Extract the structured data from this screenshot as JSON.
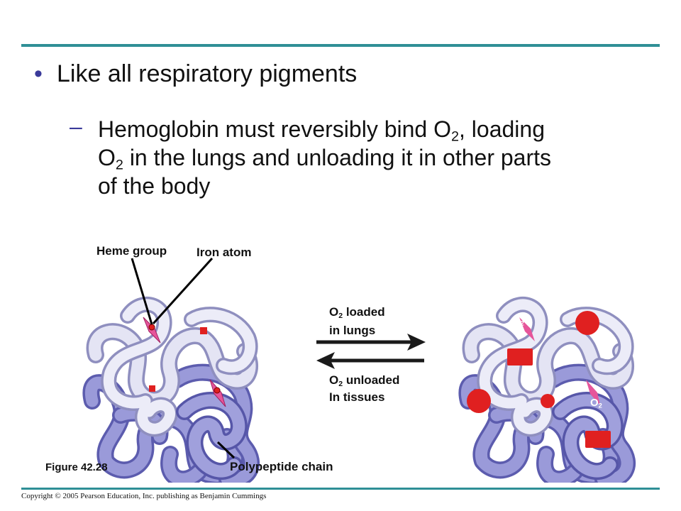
{
  "slide": {
    "bullet_marker": "•",
    "bullet_text": "Like all respiratory pigments",
    "sub_marker": "–",
    "sub_line1_a": "Hemoglobin must reversibly bind O",
    "sub_line1_sub": "2",
    "sub_line1_b": ", loading",
    "sub_line2_a": "O",
    "sub_line2_sub": "2",
    "sub_line2_b": " in the lungs and unloading it in other parts",
    "sub_line3": "of the body"
  },
  "figure": {
    "label_heme": "Heme group",
    "label_iron": "Iron atom",
    "label_polypeptide": "Polypeptide chain",
    "loaded_o": "O",
    "loaded_sub": "2",
    "loaded_rest": " loaded",
    "loaded_line2": "in lungs",
    "unloaded_o": "O",
    "unloaded_sub": "2",
    "unloaded_rest": " unloaded",
    "unloaded_line2": "In tissues",
    "o2_badge_o": "O",
    "o2_badge_sub": "2",
    "caption": "Figure 42.28"
  },
  "footer": {
    "copyright": "Copyright © 2005 Pearson Education, Inc. publishing as Benjamin Cummings"
  },
  "colors": {
    "rule": "#2f8f96",
    "bullet": "#3a3a9a",
    "light_chain": "#e3e3f3",
    "dark_chain": "#9696d8",
    "heme": "#e6559a",
    "oxygen": "#e02020"
  }
}
